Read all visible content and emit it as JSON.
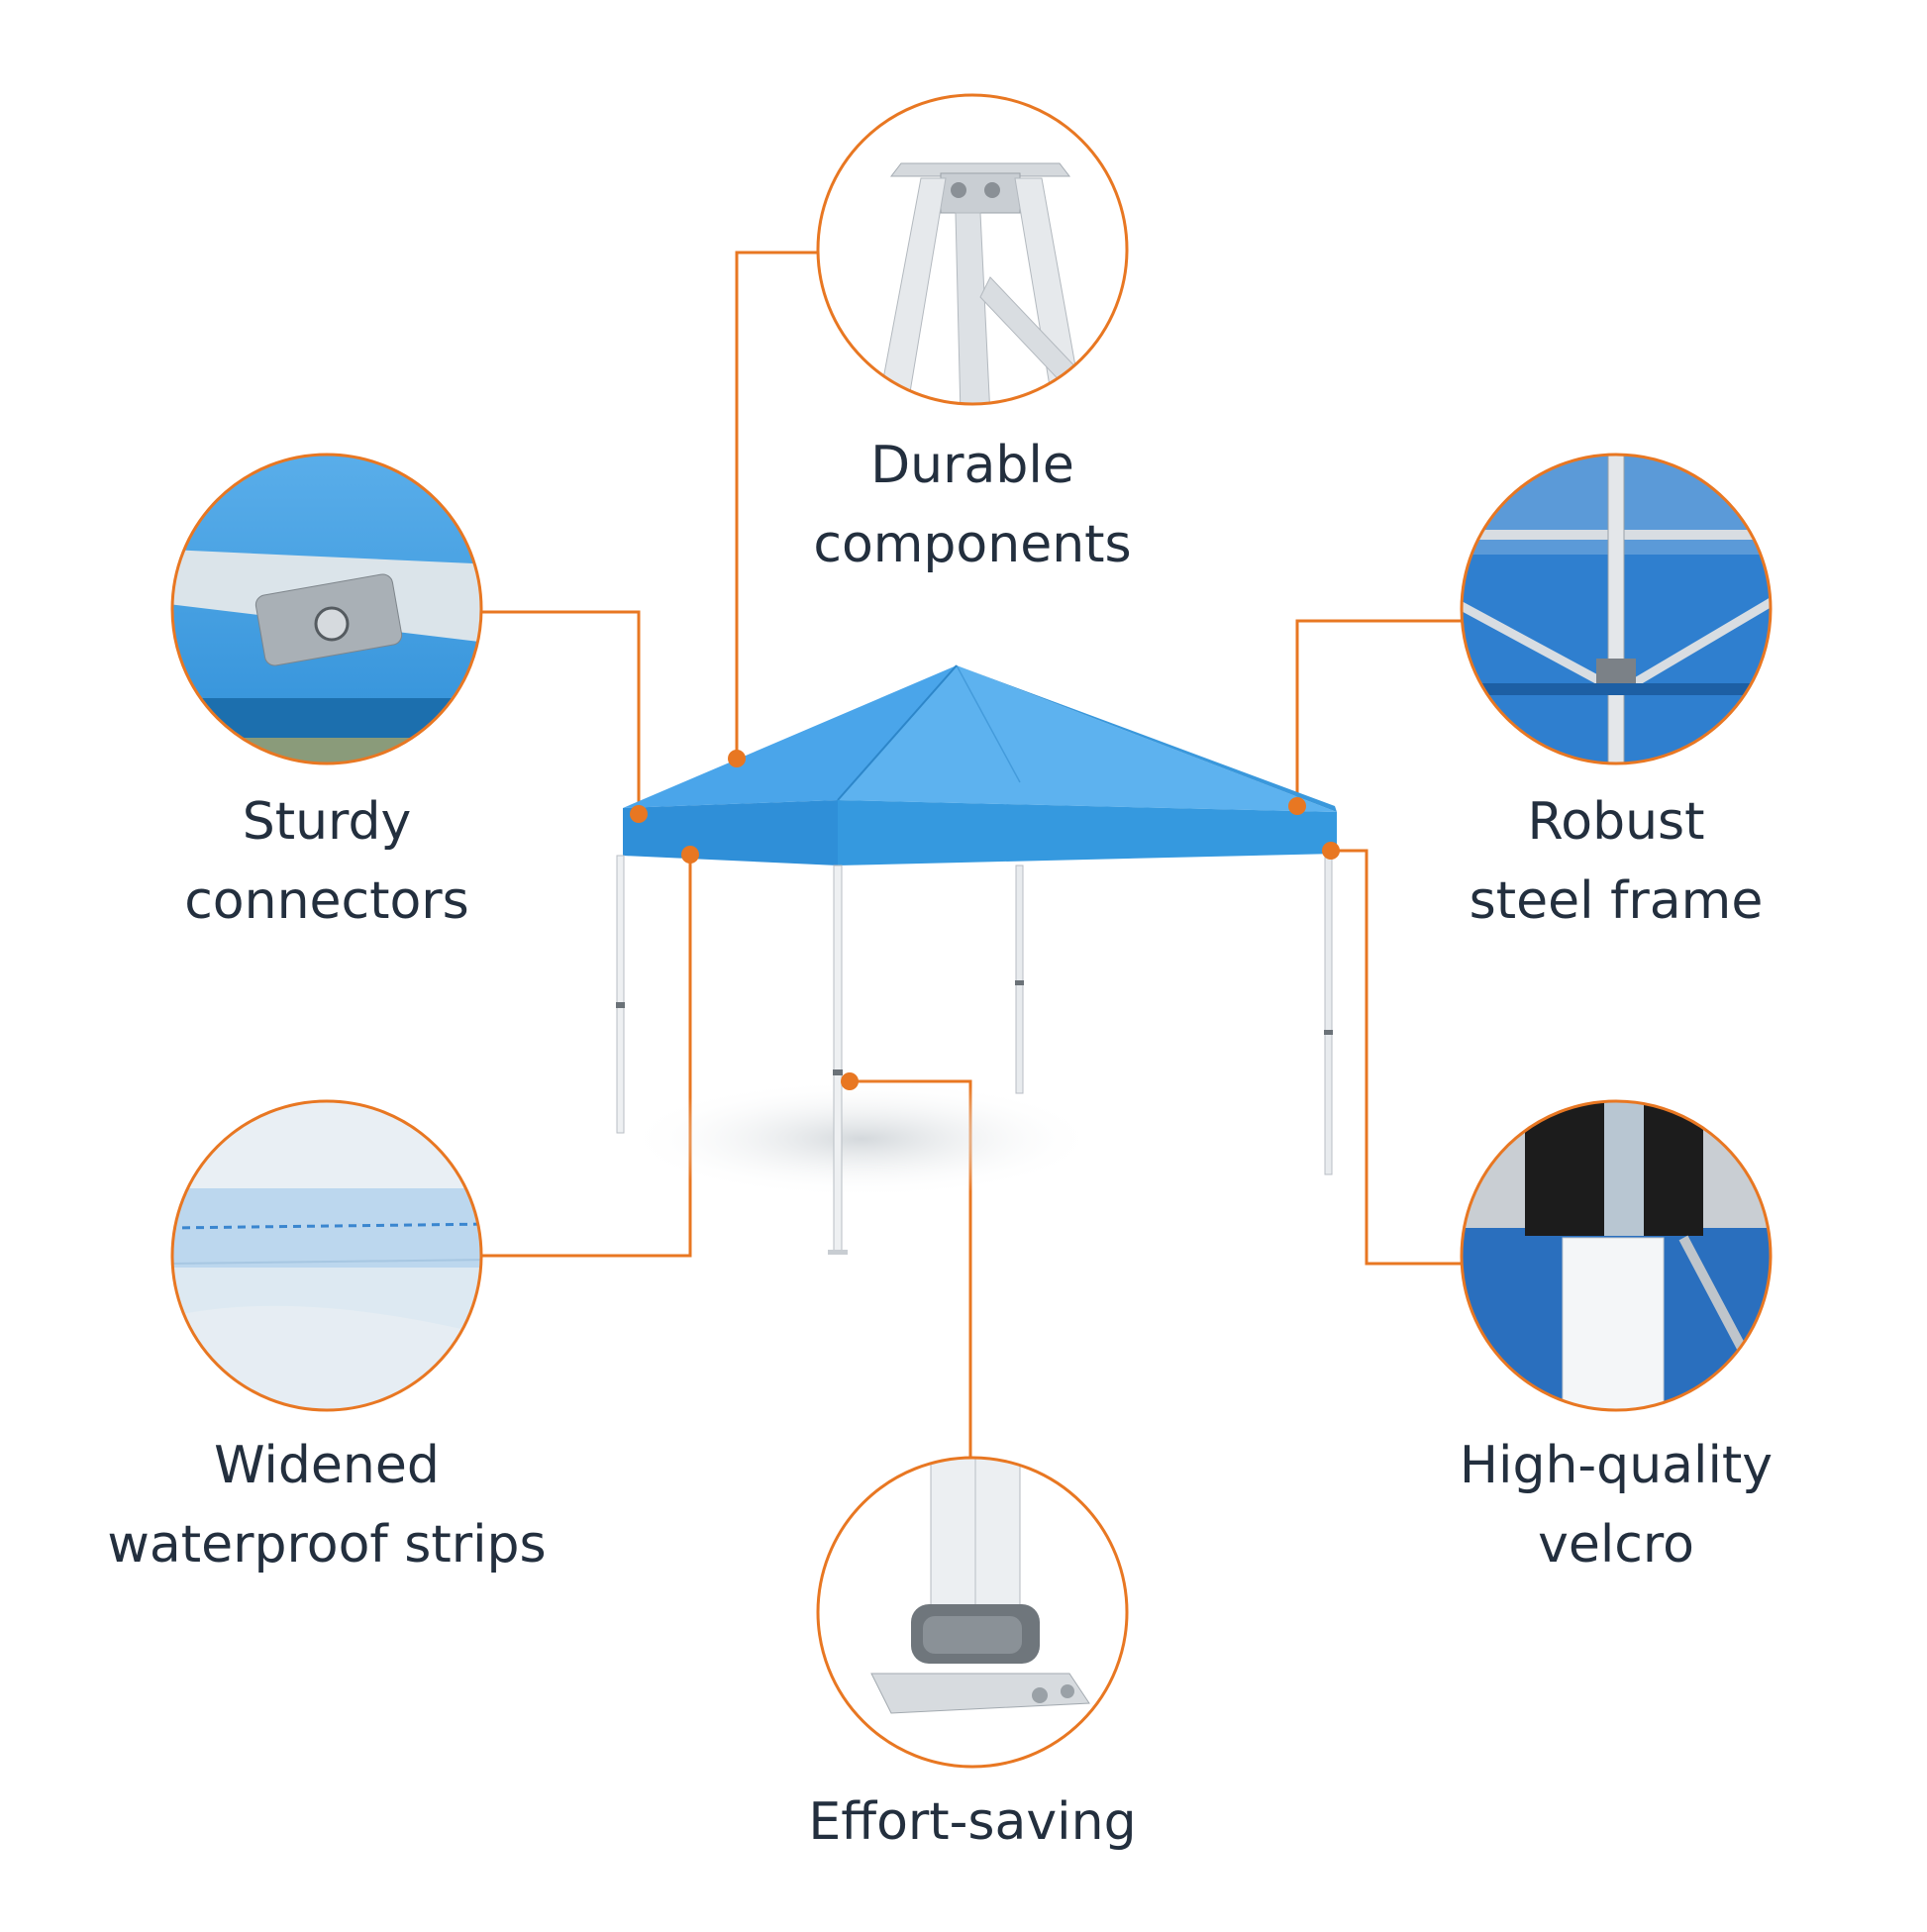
{
  "colors": {
    "accent": "#e87722",
    "canopy": "#3a9be0",
    "text": "#232f3e"
  },
  "features": [
    {
      "id": "durable",
      "line1": "Durable",
      "line2": "components",
      "icon": "crown-hub"
    },
    {
      "id": "sturdy",
      "line1": "Sturdy",
      "line2": "connectors",
      "icon": "connector-bolt"
    },
    {
      "id": "robust",
      "line1": "Robust",
      "line2": "steel frame",
      "icon": "steel-truss"
    },
    {
      "id": "widened",
      "line1": "Widened",
      "line2": "waterproof strips",
      "icon": "fabric-seam"
    },
    {
      "id": "velcro",
      "line1": "High-quality",
      "line2": "velcro",
      "icon": "velcro-strap"
    },
    {
      "id": "effort",
      "line1": "Effort-saving",
      "line2": "",
      "icon": "leg-foot"
    }
  ]
}
